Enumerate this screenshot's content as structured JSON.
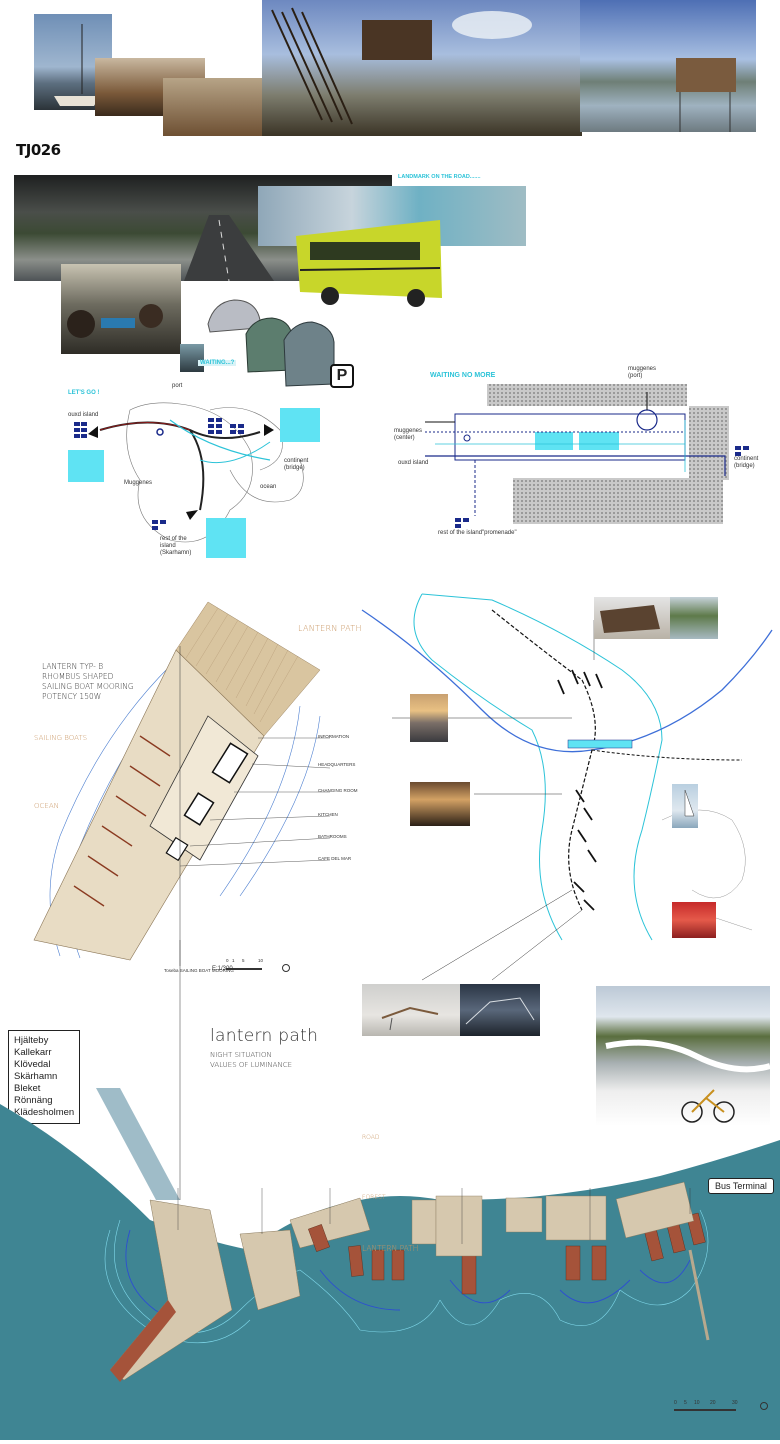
{
  "project_code": "TJ026",
  "top_section": {
    "landmark_caption": "LANDMARK ON THE ROAD.......",
    "waiting_caption": "WAITING...?",
    "parking_symbol": "P"
  },
  "route_map": {
    "title": "LET'S GO !",
    "labels": {
      "outer_island": "ouxd island",
      "port": "port",
      "continent": "continent (bridge)",
      "ocean": "ocean",
      "muggenes": "Muggenes",
      "rest_of_island": "rest of the island (Skarhamn)"
    }
  },
  "plan_map": {
    "title": "WAITING NO MORE",
    "labels": {
      "muggenes_port": "muggenes (port)",
      "muggenes_center": "muggenes (center)",
      "outer_island": "ouxd island",
      "continent": "continent (bridge)",
      "rest_of_island": "rest of the island",
      "promenade": "\"promenade\""
    }
  },
  "mooring_plan": {
    "lantern_path": "LANTERN PATH",
    "lantern_type_lines": [
      "LANTERN TYP- B",
      "RHOMBUS SHAPED",
      "SAILING BOAT MOORING",
      "POTENCY 150W"
    ],
    "sailing_boats": "SAILING BOATS",
    "ocean": "OCEAN",
    "callouts": [
      "INFORMATION",
      "HEADQUARTERS",
      "CHANGING ROOM",
      "KITCHEN",
      "BATHROOMS",
      "CAFE DEL MAR"
    ],
    "scale_caption": "Toseba SAILING BOAT MOORING",
    "scale": "E:1/300",
    "scale_ticks": [
      "0",
      "1",
      "5",
      "10"
    ]
  },
  "lantern_path_section": {
    "title": "lantern path",
    "subtitle_lines": [
      "NIGHT SITUATION",
      "VALUES OF LUMINANCE"
    ],
    "places": [
      "Hjälteby",
      "Kallekarr",
      "Klövedal",
      "Skärhamn",
      "Bleket",
      "Rönnäng",
      "Klädesholmen"
    ],
    "road": "ROAD",
    "forest": "FOREST",
    "lantern_path": "LANTERN PATH",
    "bus_terminal": "Bus Terminal",
    "scale_ticks": [
      "0",
      "5",
      "10",
      "20",
      "30"
    ]
  },
  "colors": {
    "cyan": "#2cc3d8",
    "sea": "#3f8593",
    "deck": "#d8c9a8",
    "boat_red": "#a5533a",
    "navy": "#1a2a8a"
  }
}
